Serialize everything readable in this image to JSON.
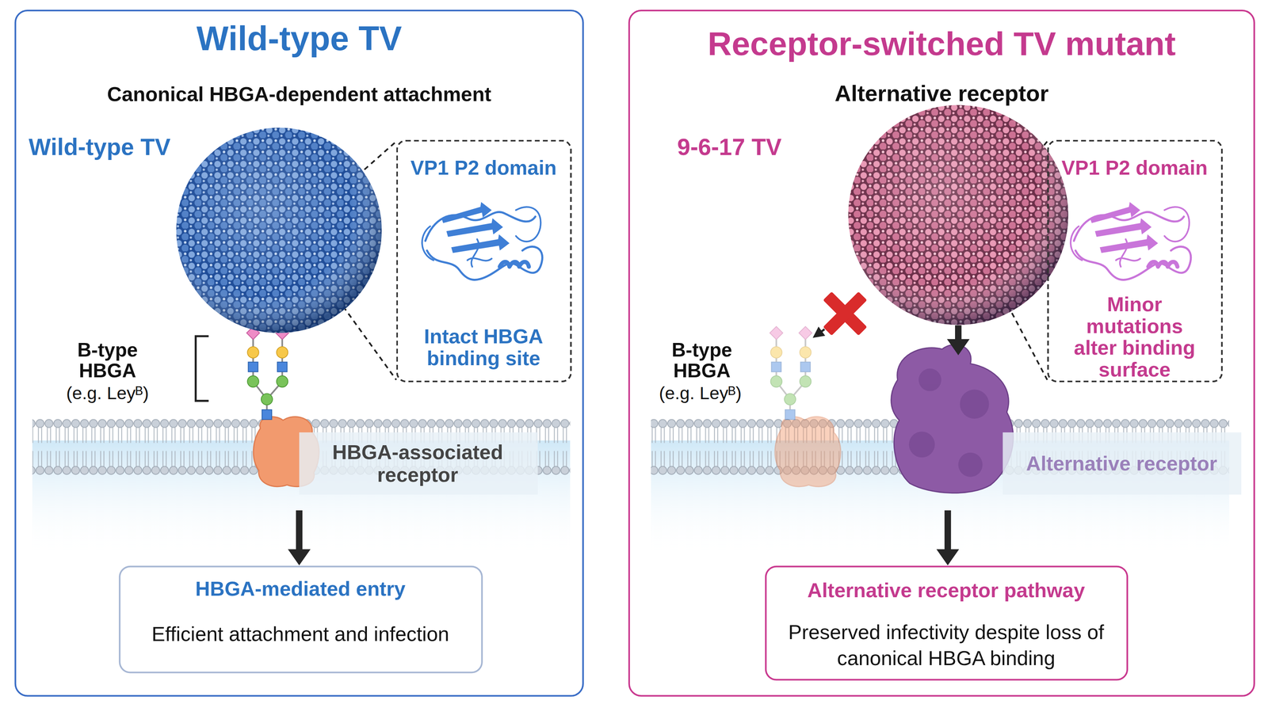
{
  "diagram": {
    "nodes": [
      {
        "text": [
          "Wild-type TV",
          "Canonical HBGA-dependent attachment"
        ]
      },
      {
        "text": [
          "Wild-type TV"
        ],
        "in": 0
      },
      {
        "text": [
          "VP1 P2 domain",
          "Intact HBGA binding site"
        ],
        "in": 0
      },
      {
        "text": [
          "HBGA-associated receptor"
        ],
        "in": 0
      },
      {
        "text": [
          "HBGA-mediated entry",
          "Efficient attachment and infection"
        ],
        "in": 0
      },
      {
        "text": [
          "Receptor-switched TV mutant",
          "Alternative receptor"
        ]
      },
      {
        "text": [
          "9-6-17 TV"
        ],
        "in": 5
      },
      {
        "text": [
          "VP1 P2 domain",
          "Minor mutations alter binding surface"
        ],
        "in": 5
      },
      {
        "text": [
          "Alternative receptor"
        ],
        "in": 5
      },
      {
        "text": [
          "Alternative receptor pathway",
          "Preserved infectivity despite loss of canonical HBGA binding"
        ],
        "in": 5
      }
    ],
    "edges": [
      {
        "from": 3,
        "to": 4,
        "arrow": "to"
      },
      {
        "from": 6,
        "to": 8,
        "arrow": "to"
      },
      {
        "from": 8,
        "to": 9,
        "arrow": "to"
      }
    ],
    "labels": [
      "B-type HBGA",
      "(e.g. Leyᴮ)",
      "B-type HBGA",
      "(e.g. Leyᴮ)"
    ]
  }
}
